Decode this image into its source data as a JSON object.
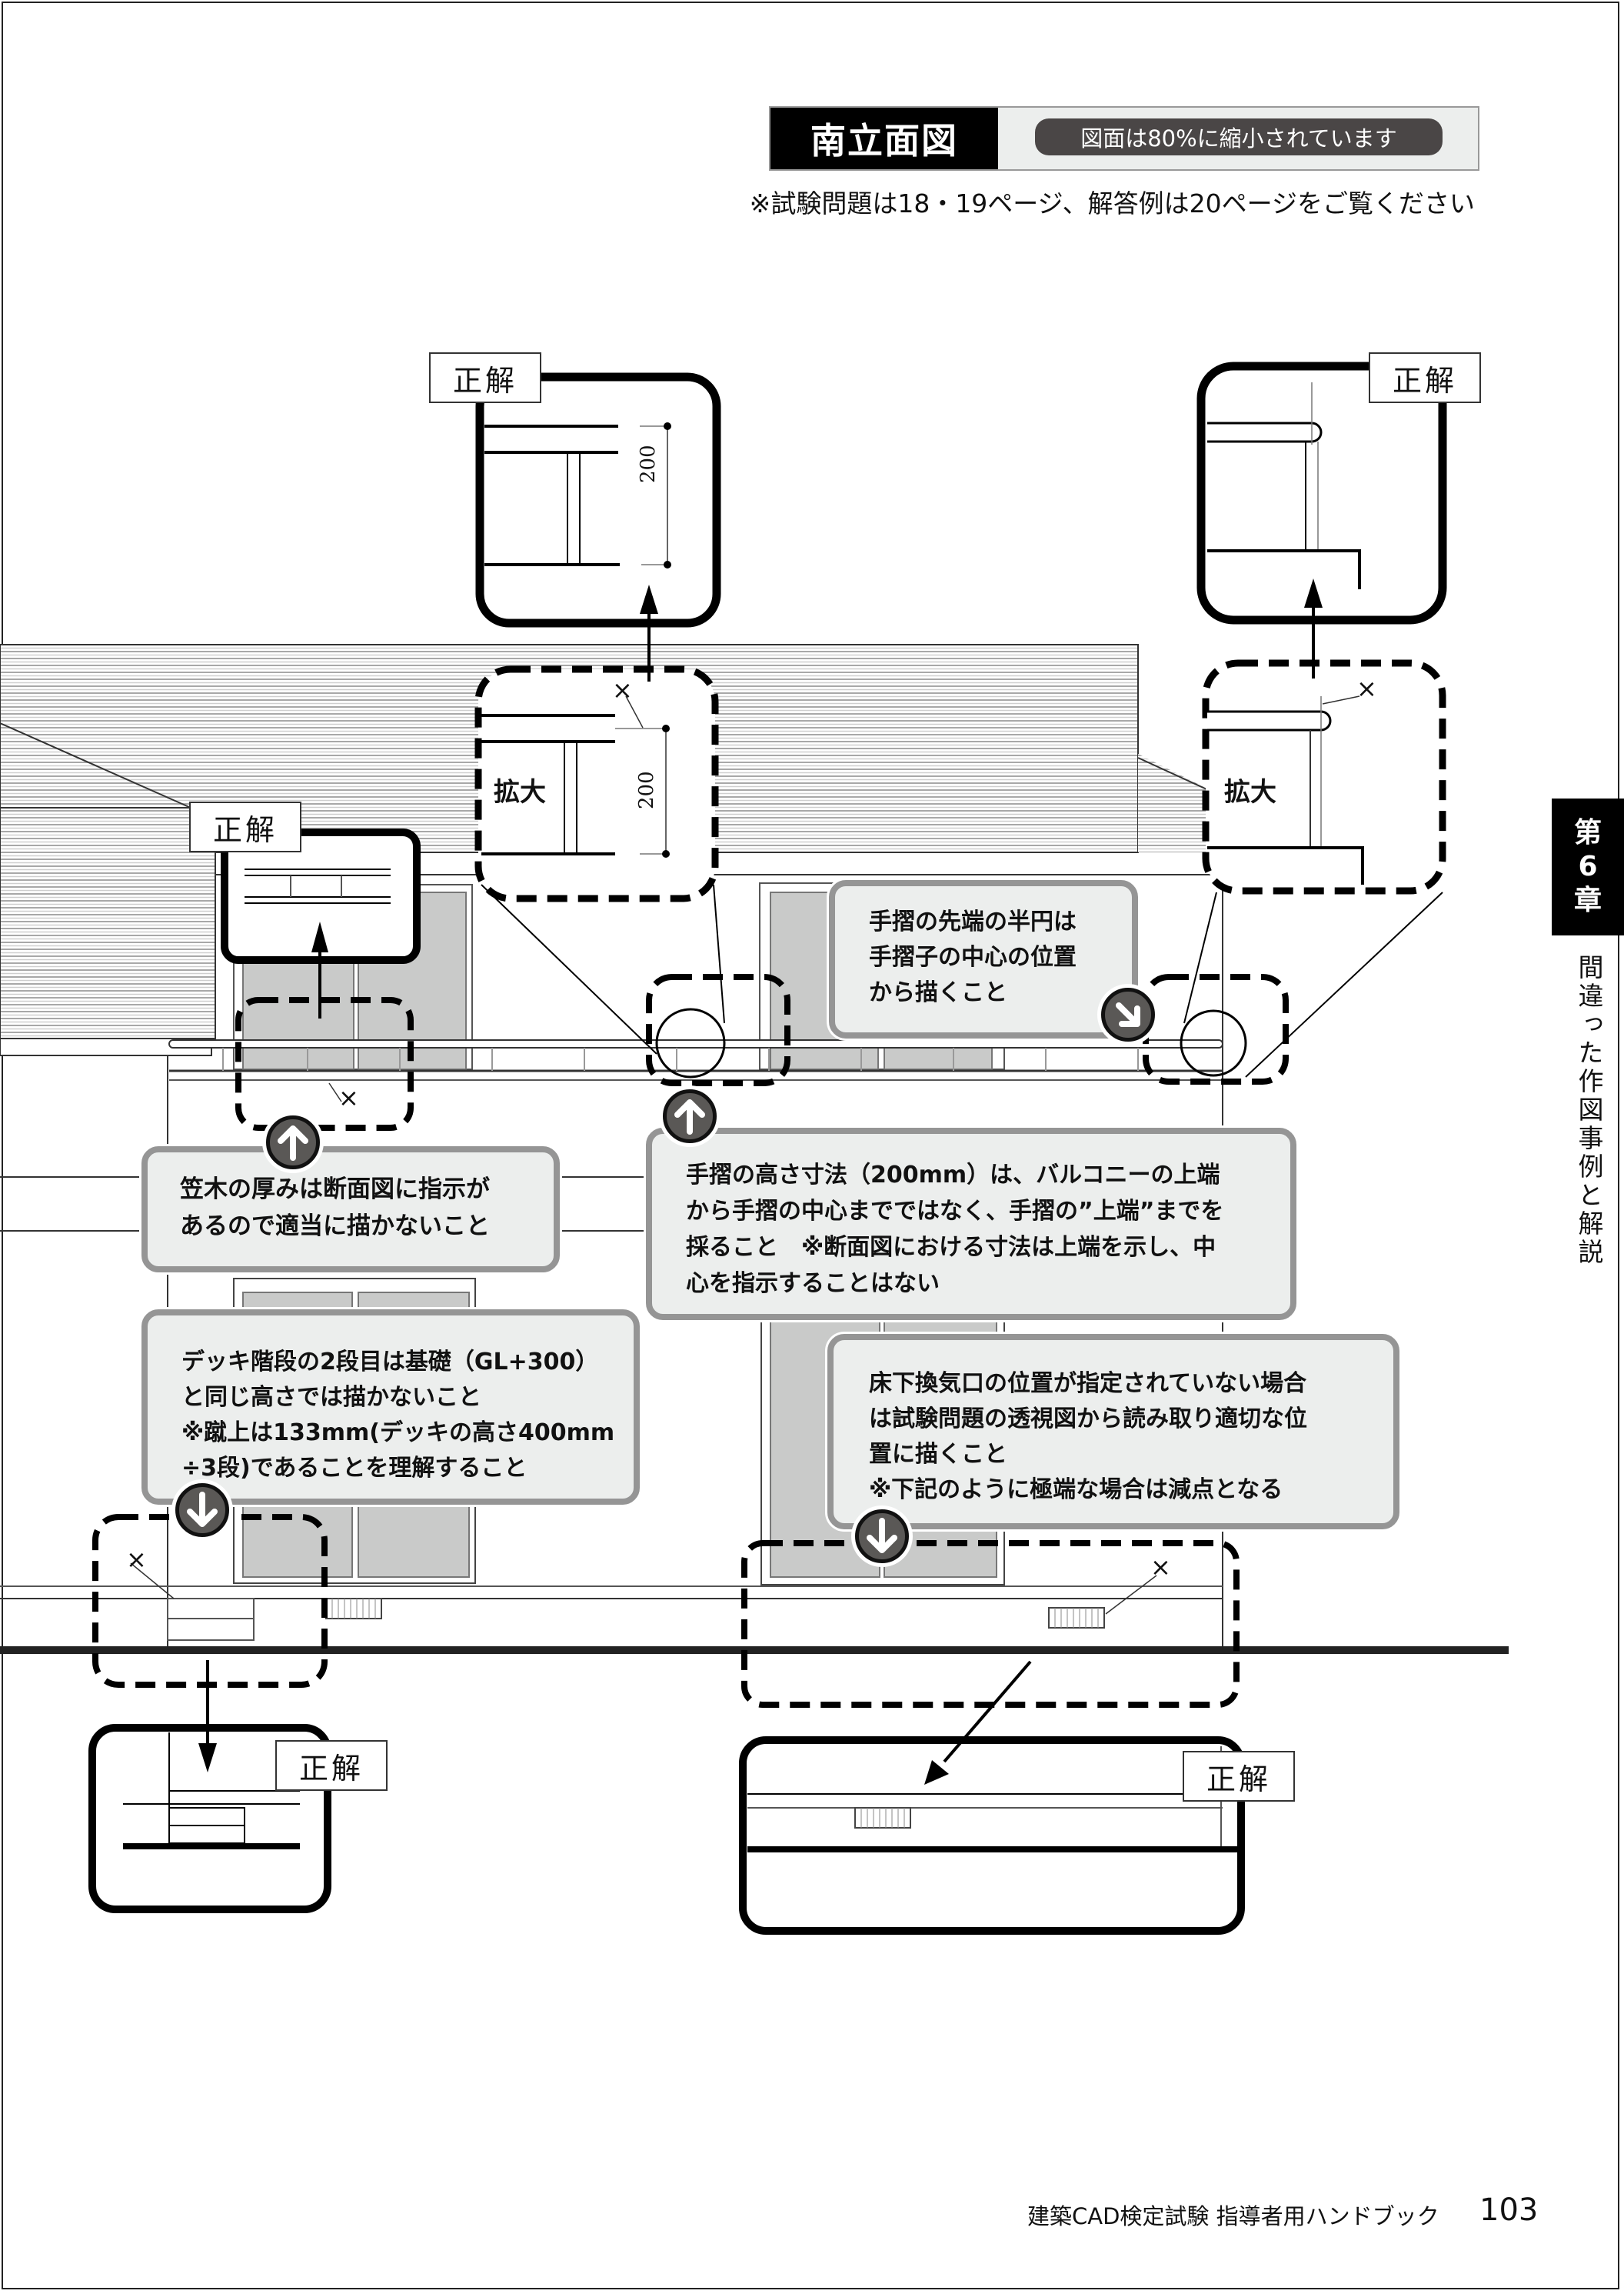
{
  "header": {
    "title": "南立面図",
    "scale_note": "図面は80%に縮小されています",
    "reference_note": "※試験問題は18・19ページ、解答例は20ページをご覧ください"
  },
  "labels": {
    "correct": "正解",
    "enlarge": "拡大",
    "dimension": "200",
    "wrong_mark": "×"
  },
  "callouts": [
    {
      "id": "handrail-end",
      "arrow": "down-right",
      "lines": [
        "手摺の先端の半円は",
        "手摺子の中心の位置",
        "から描くこと"
      ]
    },
    {
      "id": "kasagi",
      "arrow": "up",
      "lines": [
        "笠木の厚みは断面図に指示が",
        "あるので適当に描かないこと"
      ]
    },
    {
      "id": "handrail-height",
      "arrow": "up",
      "lines": [
        "手摺の高さ寸法（200mm）は、バルコニーの上端",
        "から手摺の中心までではなく、手摺の”上端”までを",
        "採ること　※断面図における寸法は上端を示し、中",
        "心を指示することはない"
      ]
    },
    {
      "id": "deck-stairs",
      "arrow": "down",
      "lines": [
        "デッキ階段の2段目は基礎（GL+300）",
        "と同じ高さでは描かないこと",
        "※蹴上は133mm(デッキの高さ400mm",
        "÷3段)であることを理解すること"
      ]
    },
    {
      "id": "vent",
      "arrow": "down",
      "lines": [
        "床下換気口の位置が指定されていない場合",
        "は試験問題の透視図から読み取り適切な位",
        "置に描くこと",
        "※下記のように極端な場合は減点となる"
      ]
    }
  ],
  "side_tab": {
    "chapter": [
      "第",
      "6",
      "章"
    ],
    "section": "間違った作図事例と解説"
  },
  "footer": {
    "book_title": "建築CAD検定試験 指導者用ハンドブック",
    "page_number": "103"
  },
  "colors": {
    "callout_bg": "#eceeed",
    "callout_border": "#959595",
    "badge": "#5a5856",
    "glass": "#c9cac9",
    "title_bg": "#000000"
  }
}
